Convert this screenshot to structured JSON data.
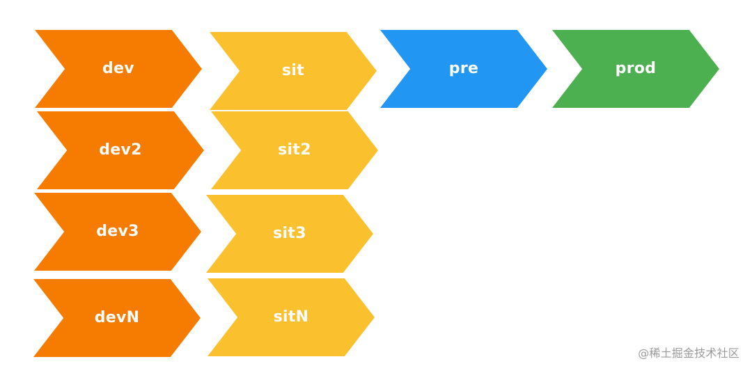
{
  "diagram": {
    "colors": {
      "dev": "#F57C00",
      "sit": "#FBC02D",
      "pre": "#2196F3",
      "prod": "#4CAF50"
    },
    "columns": {
      "dev": [
        "dev",
        "dev2",
        "dev3",
        "devN"
      ],
      "sit": [
        "sit",
        "sit2",
        "sit3",
        "sitN"
      ],
      "pre": [
        "pre"
      ],
      "prod": [
        "prod"
      ]
    }
  },
  "watermark": {
    "text": "@稀土掘金技术社区"
  }
}
